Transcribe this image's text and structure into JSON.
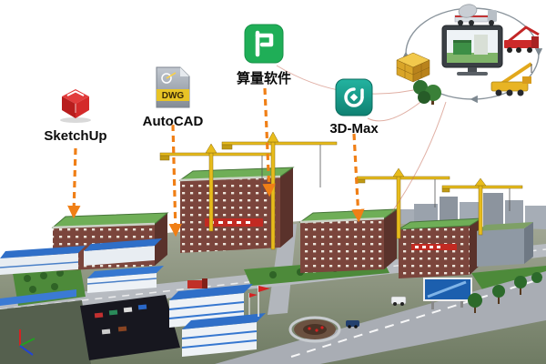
{
  "diagram": {
    "tools": [
      {
        "label": "SketchUp",
        "icon": "sketchup-icon",
        "color": "#d42a2a"
      },
      {
        "label": "AutoCAD",
        "badge": "DWG",
        "icon": "dwg-file-icon",
        "color": "#e8c426"
      },
      {
        "label": "算量软件",
        "icon": "quantity-takeoff-software-icon",
        "color": "#1fae57"
      },
      {
        "label": "3D-Max",
        "icon": "3ds-max-icon",
        "color": "#11897a"
      }
    ],
    "workflow_cycle": {
      "center_icon": "computer-monitor-with-bim-model",
      "surrounding_icons": [
        "concrete-mixer-truck",
        "pump-truck",
        "mobile-crane",
        "brick-pallet",
        "site-trees"
      ]
    },
    "scene": "3d-construction-site-with-tower-cranes",
    "colors": {
      "arrow": "#f07f16",
      "crane_yellow": "#e8bc1c",
      "roof_green": "#6fae57",
      "site_blue": "#2f6fc8"
    }
  }
}
